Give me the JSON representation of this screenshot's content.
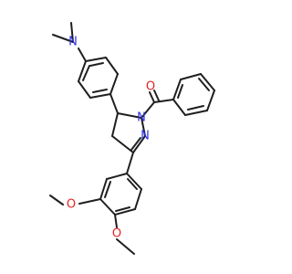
{
  "colors": {
    "background": "#ffffff",
    "bond": "#1f1f1f",
    "nitrogen": "#2d31e8",
    "oxygen": "#e62222"
  },
  "atoms": {
    "n_dimethylamino": "N",
    "n_pyrazoline_1": "N",
    "n_pyrazoline_2": "N",
    "o_carbonyl": "O",
    "o_methoxy_1": "O",
    "o_methoxy_2": "O"
  }
}
